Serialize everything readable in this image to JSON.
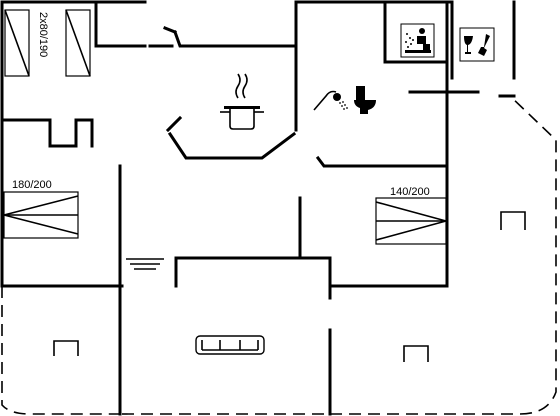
{
  "labels": {
    "bunk_beds": "2x80/190",
    "bed_left": "180/200",
    "bed_right": "140/200"
  },
  "icons": [
    "cooking-pot-icon",
    "shower-icon",
    "toilet-icon",
    "sauna-icon",
    "wine-icon",
    "sofa-icon",
    "fireplace-icon",
    "window-icon"
  ]
}
